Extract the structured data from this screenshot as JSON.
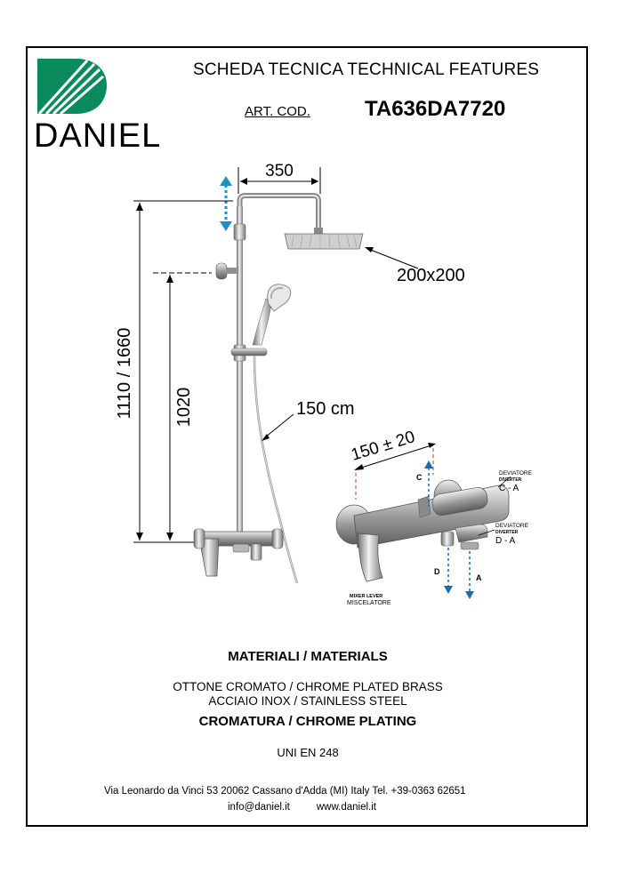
{
  "header": {
    "title": "SCHEDA TECNICA   TECHNICAL FEATURES",
    "art_label": "ART. COD.",
    "art_code": "TA636DA7720"
  },
  "brand": {
    "name": "DANIEL",
    "logo_color": "#0b8a5c",
    "logo_icon": "daniel-swoosh-logo"
  },
  "drawing": {
    "width_label": "350",
    "head_size": "200x200",
    "total_height": "1110 / 1660",
    "bar_height": "1020",
    "hose_length": "150 cm",
    "mixer_spacing": "150 ± 20",
    "outlet_c": "C",
    "outlet_d": "D",
    "outlet_a": "A",
    "diverter_ca_it": "DEVIATORE",
    "diverter_ca_en": "DIVERTER",
    "diverter_ca_code": "C - A",
    "diverter_da_it": "DEVIATORE",
    "diverter_da_en": "DIVERTER",
    "diverter_da_code": "D - A",
    "lever_en": "MIXER LEVER",
    "lever_it": "MISCELATORE",
    "arrow_color": "#1f8fc4"
  },
  "materials": {
    "title": "MATERIALI / MATERIALS",
    "line1": "OTTONE CROMATO  / CHROME PLATED BRASS",
    "line2": "ACCIAIO INOX / STAINLESS STEEL",
    "plating": "CROMATURA / CHROME PLATING",
    "norm": "UNI EN 248"
  },
  "footer": {
    "address": "Via Leonardo da Vinci 53    20062 Cassano d'Adda (MI) Italy Tel. +39-0363 62651",
    "email": "info@daniel.it",
    "web": "www.daniel.it"
  }
}
